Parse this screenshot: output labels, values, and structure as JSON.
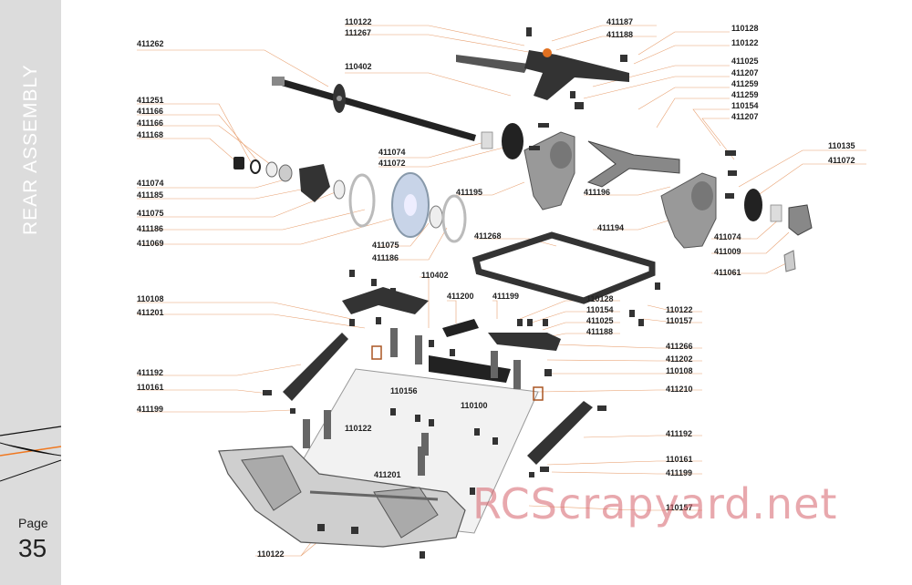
{
  "section_title": "REAR  ASSEMBLY",
  "page": {
    "label": "Page",
    "number": "35"
  },
  "watermark": "RCScrapyard.net",
  "colors": {
    "sidebar": "#dcdcdc",
    "stripe_orange": "#f07820",
    "leader": "#e8a070"
  },
  "labels": [
    "110122",
    "111267",
    "411187",
    "411188",
    "110128",
    "110122",
    "411262",
    "110402",
    "411025",
    "411207",
    "411259",
    "411259",
    "110154",
    "411207",
    "411251",
    "411166",
    "411166",
    "411168",
    "411074",
    "411072",
    "110135",
    "411072",
    "411074",
    "411185",
    "411075",
    "411186",
    "411069",
    "411195",
    "411196",
    "411075",
    "411186",
    "411194",
    "411268",
    "411074",
    "411009",
    "411061",
    "110402",
    "110108",
    "411201",
    "411200",
    "411199",
    "110128",
    "110154",
    "411025",
    "411188",
    "110122",
    "110157",
    "411266",
    "411202",
    "110108",
    "411192",
    "110161",
    "110156",
    "110100",
    "411210",
    "411199",
    "110122",
    "411192",
    "110161",
    "411199",
    "411201",
    "110157",
    "110122"
  ]
}
